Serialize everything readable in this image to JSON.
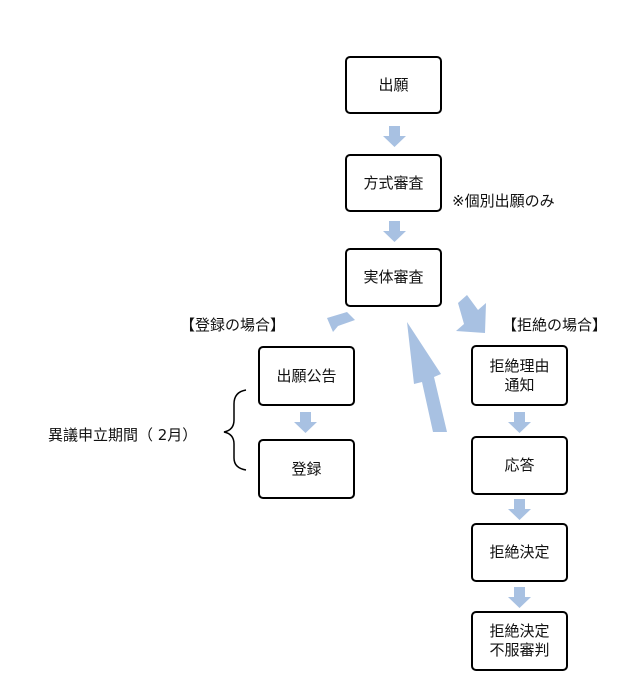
{
  "nodes": {
    "filing": "出願",
    "formality_exam": "方式審査",
    "substantive_exam": "実体審査",
    "publication": "出願公告",
    "registration": "登録",
    "refusal_notice": "拒絶理由\n通知",
    "response": "応答",
    "refusal_decision": "拒絶決定",
    "appeal": "拒絶決定\n不服審判"
  },
  "labels": {
    "individual_only": "※個別出願のみ",
    "registration_case": "【登録の場合】",
    "refusal_case": "【拒絶の場合】",
    "opposition_period": "異議申立期間（ 2月）"
  },
  "colors": {
    "arrow": "#a8c1e2",
    "border": "#000000"
  }
}
